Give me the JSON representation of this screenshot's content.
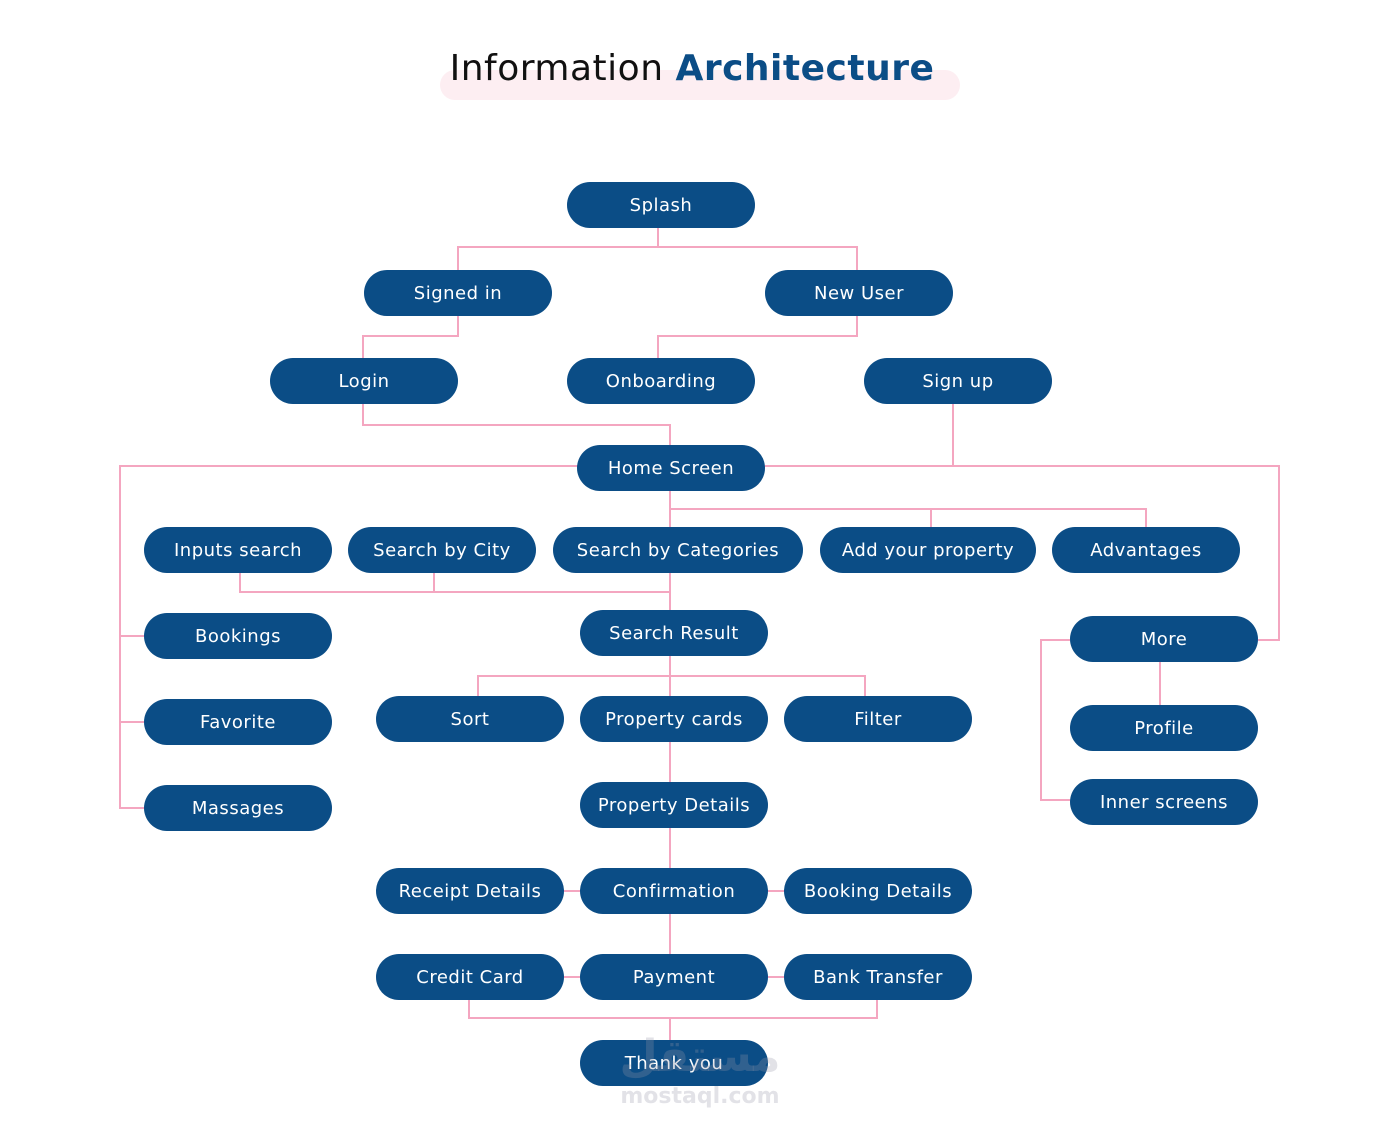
{
  "title": {
    "part1": "Information",
    "part2": "Architecture"
  },
  "colors": {
    "node": "#0b4d86",
    "node_text": "#ffffff",
    "connector": "#f4a6c0",
    "title_accent": "#0b4d86",
    "title_highlight": "#fdeef2"
  },
  "nodes": {
    "splash": "Splash",
    "signed_in": "Signed in",
    "new_user": "New User",
    "login": "Login",
    "onboarding": "Onboarding",
    "sign_up": "Sign up",
    "home_screen": "Home Screen",
    "inputs_search": "Inputs search",
    "search_by_city": "Search by City",
    "search_by_categories": "Search by Categories",
    "add_your_property": "Add your property",
    "advantages": "Advantages",
    "bookings": "Bookings",
    "favorite": "Favorite",
    "massages": "Massages",
    "search_result": "Search Result",
    "more": "More",
    "profile": "Profile",
    "inner_screens": "Inner screens",
    "sort": "Sort",
    "property_cards": "Property cards",
    "filter": "Filter",
    "property_details": "Property Details",
    "receipt_details": "Receipt Details",
    "confirmation": "Confirmation",
    "booking_details": "Booking Details",
    "credit_card": "Credit Card",
    "payment": "Payment",
    "bank_transfer": "Bank Transfer",
    "thank_you": "Thank you"
  },
  "watermark": {
    "arabic": "مستقل",
    "latin": "mostaql.com"
  }
}
